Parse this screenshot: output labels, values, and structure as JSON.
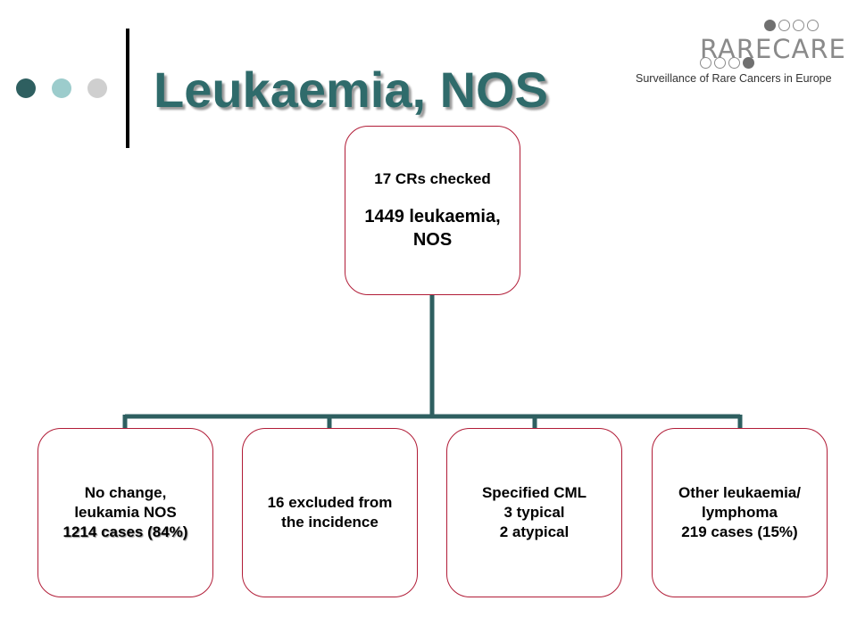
{
  "header": {
    "title": "Leukaemia, NOS",
    "dot_colors": [
      "#2e5f60",
      "#9ccccc",
      "#cfcfcf"
    ]
  },
  "logo": {
    "word": "RARECARE",
    "tagline": "Surveillance of Rare Cancers in Europe"
  },
  "colors": {
    "accent": "#2f6b6b",
    "connector": "#2e5f60",
    "box_border": "#b11c37"
  },
  "diagram": {
    "root": {
      "line1": "17 CRs checked",
      "line2": "1449 leukaemia,",
      "line3": "NOS"
    },
    "children": [
      {
        "lines": [
          "No change,",
          "leukamia NOS",
          "1214 cases (84%)"
        ]
      },
      {
        "lines": [
          "16 excluded from",
          "the incidence"
        ]
      },
      {
        "lines": [
          "Specified CML",
          "3 typical",
          "2 atypical"
        ]
      },
      {
        "lines": [
          "Other leukaemia/",
          "lymphoma",
          "219 cases (15%)"
        ]
      }
    ]
  }
}
